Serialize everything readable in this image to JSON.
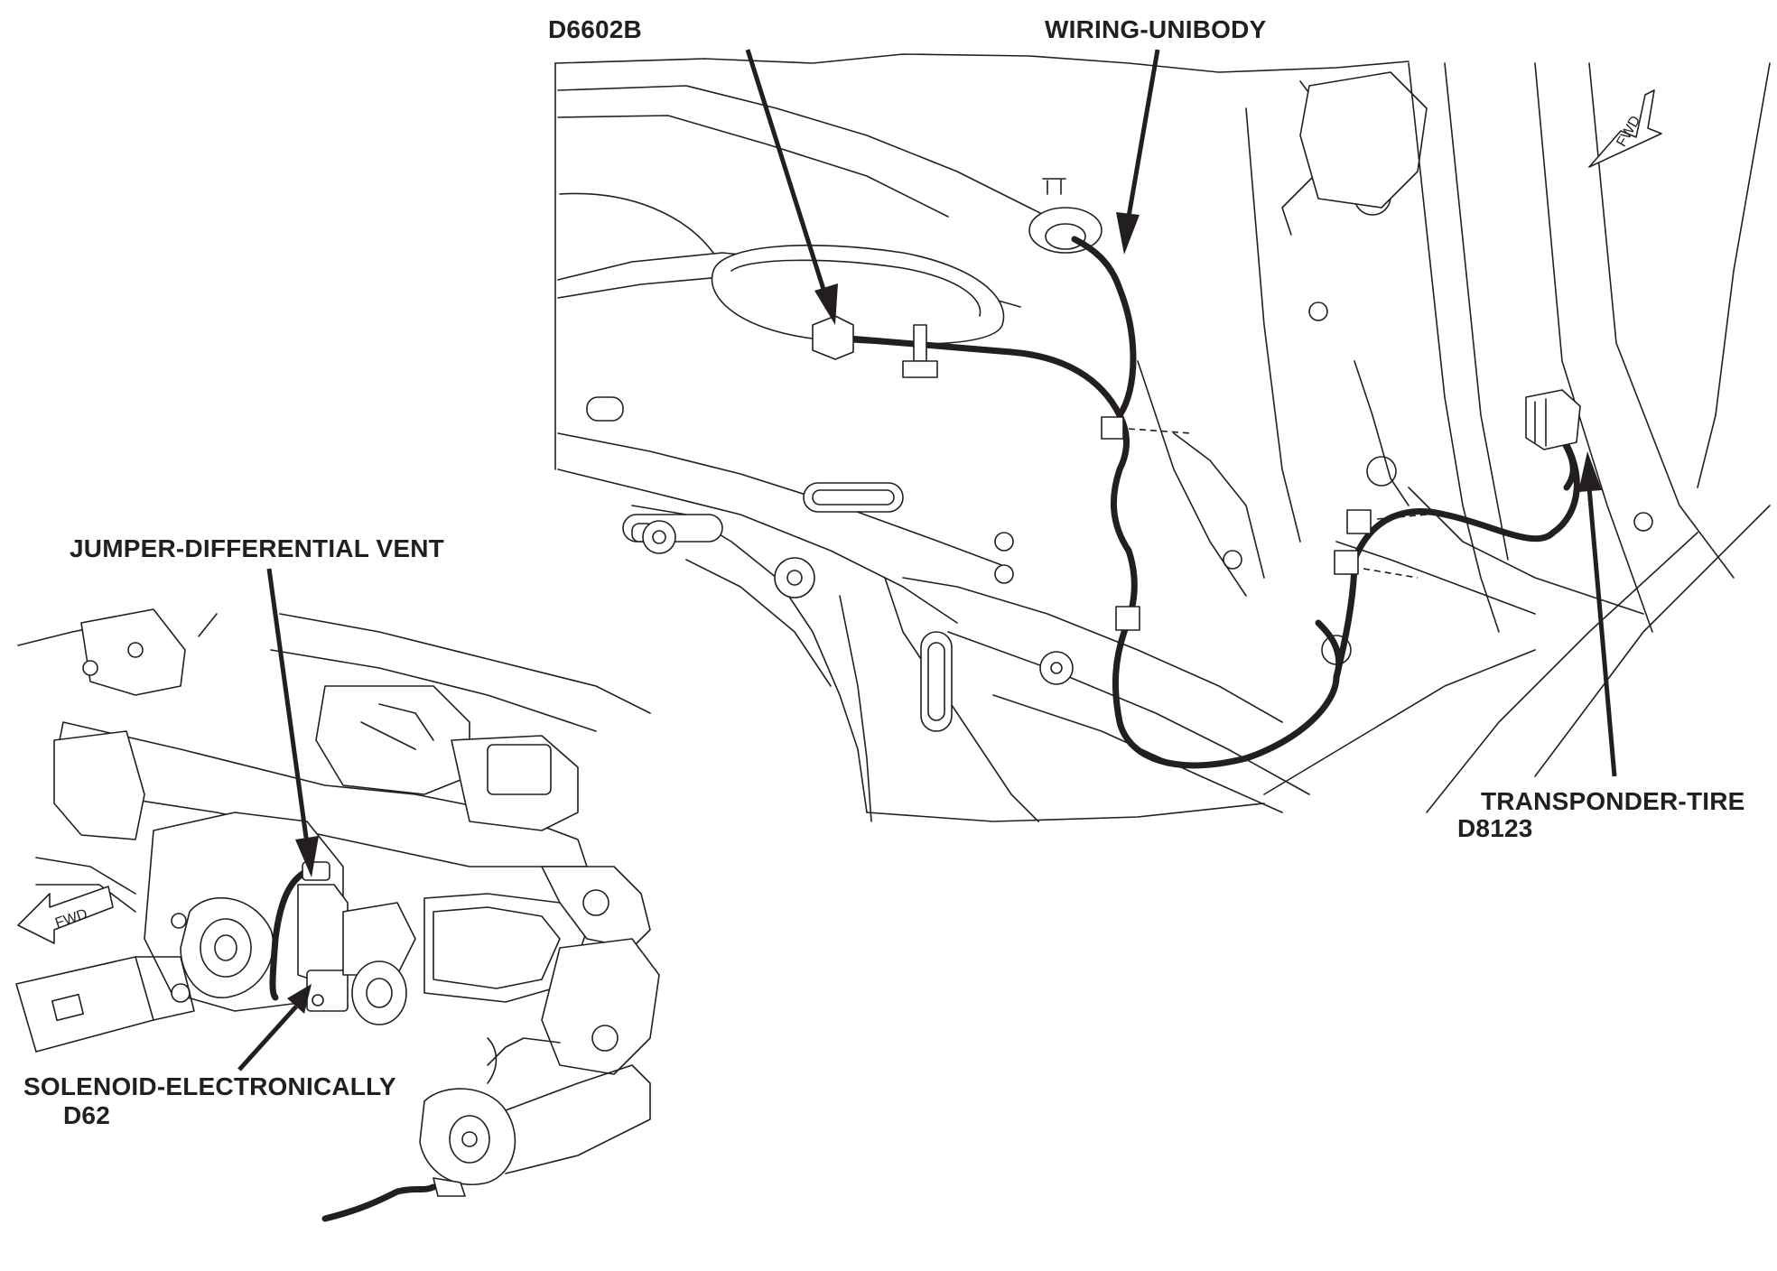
{
  "callouts": {
    "d6602b": "D6602B",
    "wiring_unibody": "WIRING-UNIBODY",
    "transponder_tire": "TRANSPONDER-TIRE",
    "transponder_tire_code": "D8123",
    "jumper_vent": "JUMPER-DIFFERENTIAL VENT",
    "solenoid": "SOLENOID-ELECTRONICALLY",
    "solenoid_code": "D62"
  },
  "fwd_arrows": {
    "upper": "FWD",
    "lower": "FWD"
  }
}
